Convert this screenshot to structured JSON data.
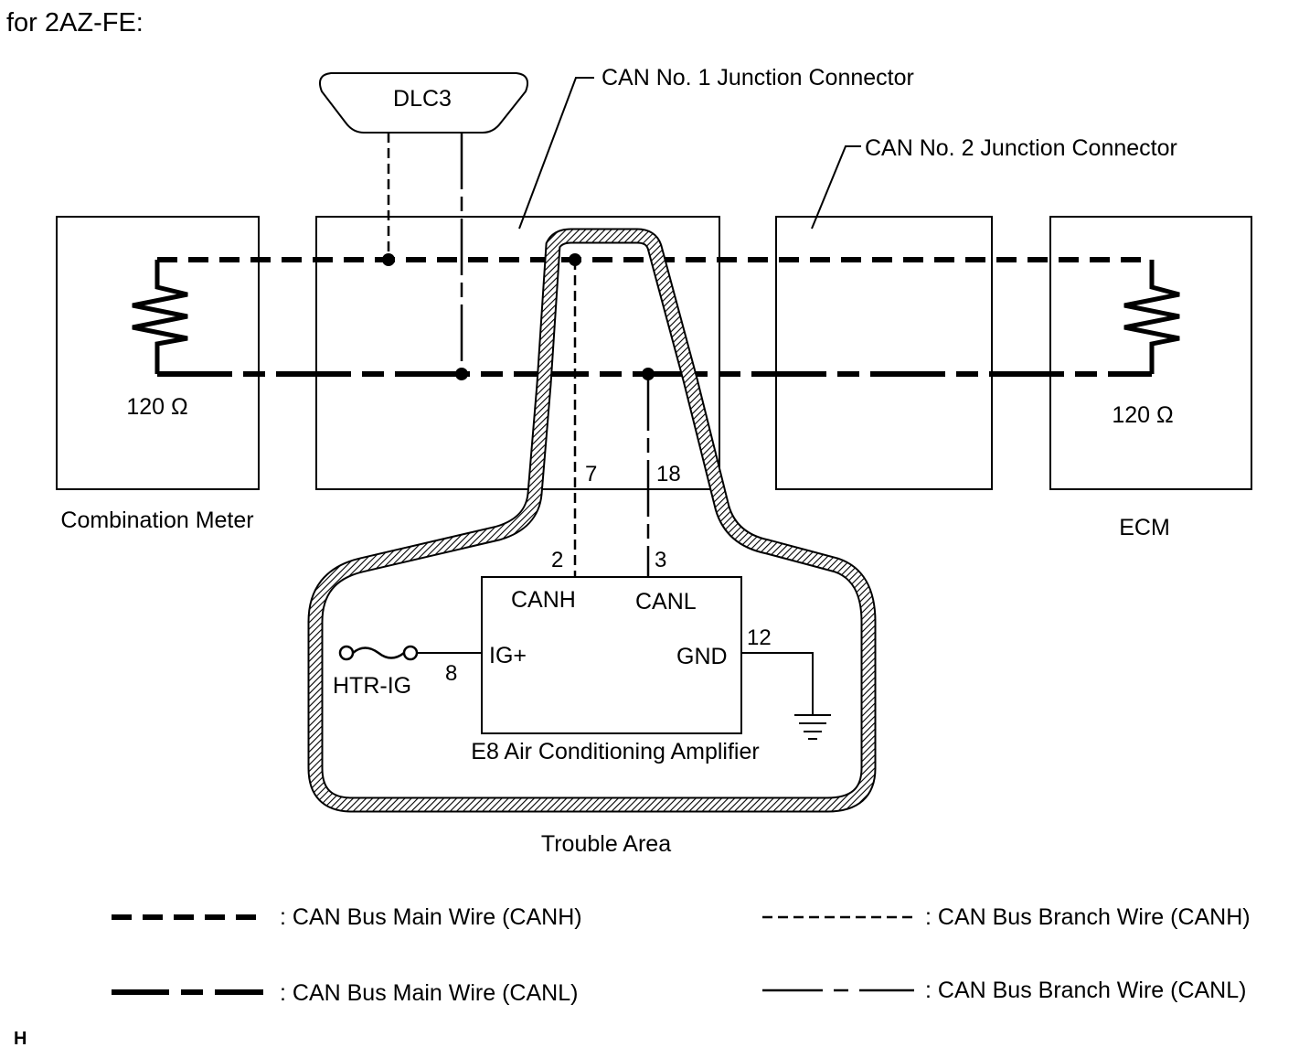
{
  "heading": "for 2AZ-FE:",
  "components": {
    "dlc3": "DLC3",
    "junction1": "CAN No. 1 Junction Connector",
    "junction2": "CAN No. 2 Junction Connector",
    "combination_meter": "Combination Meter",
    "ecm": "ECM",
    "resistor_left": "120 Ω",
    "resistor_right": "120 Ω",
    "amplifier": "E8 Air Conditioning Amplifier",
    "trouble_area": "Trouble Area",
    "fuse": "HTR-IG"
  },
  "pins": {
    "j1_canh": "7",
    "j1_canl": "18",
    "amp_canh": "2",
    "amp_canl": "3",
    "amp_ig": "8",
    "amp_gnd": "12"
  },
  "amp_terminals": {
    "canh": "CANH",
    "canl": "CANL",
    "ig": "IG+",
    "gnd": "GND"
  },
  "legend": {
    "main_canh": ": CAN Bus Main Wire (CANH)",
    "main_canl": ": CAN Bus Main Wire (CANL)",
    "branch_canh": ": CAN Bus Branch Wire (CANH)",
    "branch_canl": ": CAN Bus Branch Wire (CANL)"
  },
  "corner_mark": "H"
}
